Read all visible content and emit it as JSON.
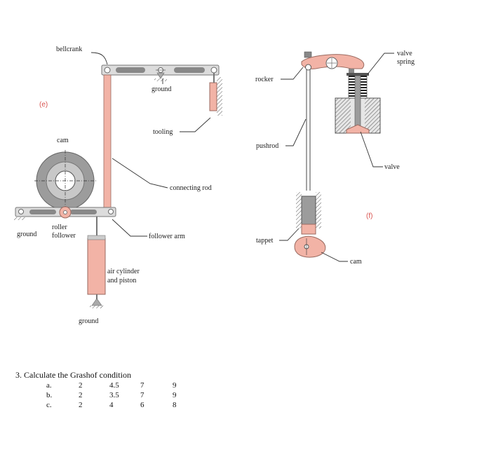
{
  "figure_e": {
    "tag": "(e)",
    "labels": {
      "bellcrank": "bellcrank",
      "ground_top": "ground",
      "tooling": "tooling",
      "cam": "cam",
      "connecting_rod": "connecting rod",
      "roller_follower_1": "roller",
      "roller_follower_2": "follower",
      "ground_left": "ground",
      "follower_arm": "follower arm",
      "air_cylinder_1": "air cylinder",
      "air_cylinder_2": "and piston",
      "ground_bottom": "ground"
    }
  },
  "figure_f": {
    "tag": "(f)",
    "labels": {
      "rocker": "rocker",
      "valve_spring_1": "valve",
      "valve_spring_2": "spring",
      "pushrod": "pushrod",
      "valve": "valve",
      "tappet": "tappet",
      "cam": "cam"
    }
  },
  "colors": {
    "link_pink": "#f2b3a6",
    "link_outline": "#9a6a60",
    "gray_body": "#9c9c9c",
    "dark": "#444444",
    "tag_red": "#d9534f"
  },
  "question": {
    "title": "3. Calculate the Grashof condition",
    "rows": [
      {
        "label": "a.",
        "values": [
          "2",
          "4.5",
          "7",
          "9"
        ]
      },
      {
        "label": "b.",
        "values": [
          "2",
          "3.5",
          "7",
          "9"
        ]
      },
      {
        "label": "c.",
        "values": [
          "2",
          "4",
          "6",
          "8"
        ]
      }
    ]
  }
}
